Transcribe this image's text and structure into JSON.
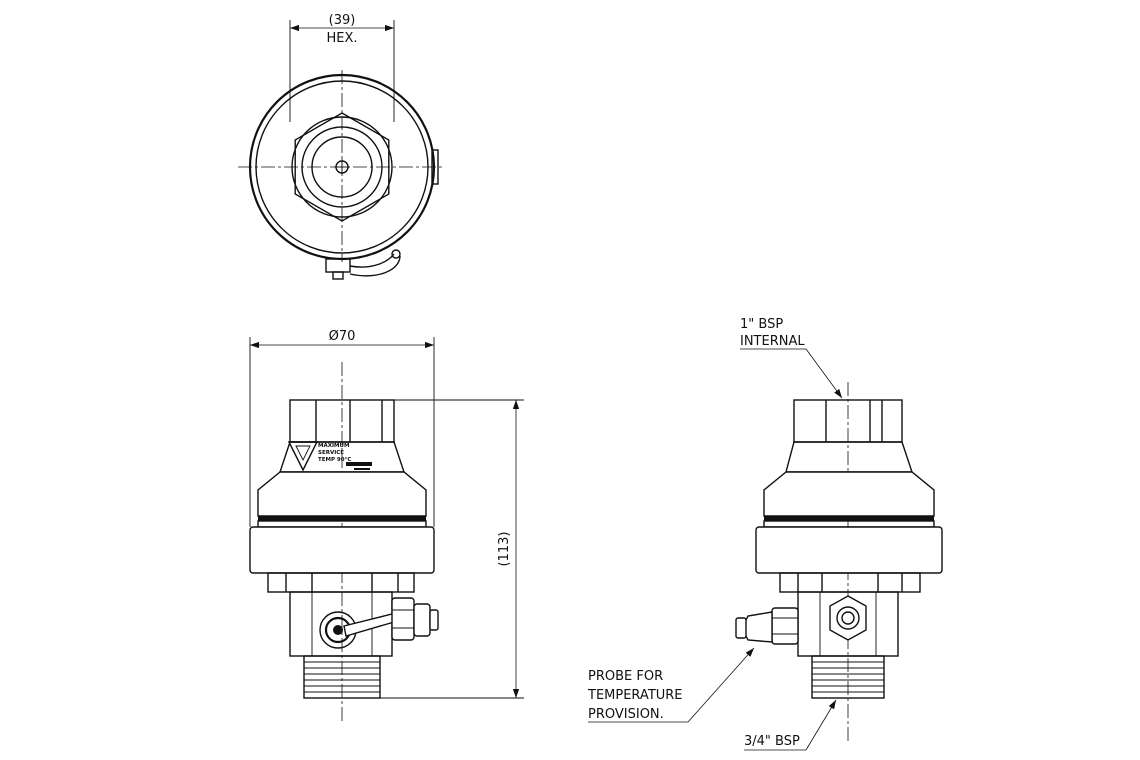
{
  "dimensions": {
    "hex": {
      "value": "(39)",
      "label": "HEX."
    },
    "diameter": "Ø70",
    "height": "(113)"
  },
  "callouts": {
    "inlet": {
      "line1": "1\" BSP",
      "line2": "INTERNAL"
    },
    "probe": {
      "line1": "PROBE FOR",
      "line2": "TEMPERATURE",
      "line3": "PROVISION."
    },
    "outlet": "3/4\" BSP"
  },
  "label_plate": {
    "lines": [
      "MAXIMUM",
      "SERVICE",
      "TEMP 90°C"
    ]
  }
}
